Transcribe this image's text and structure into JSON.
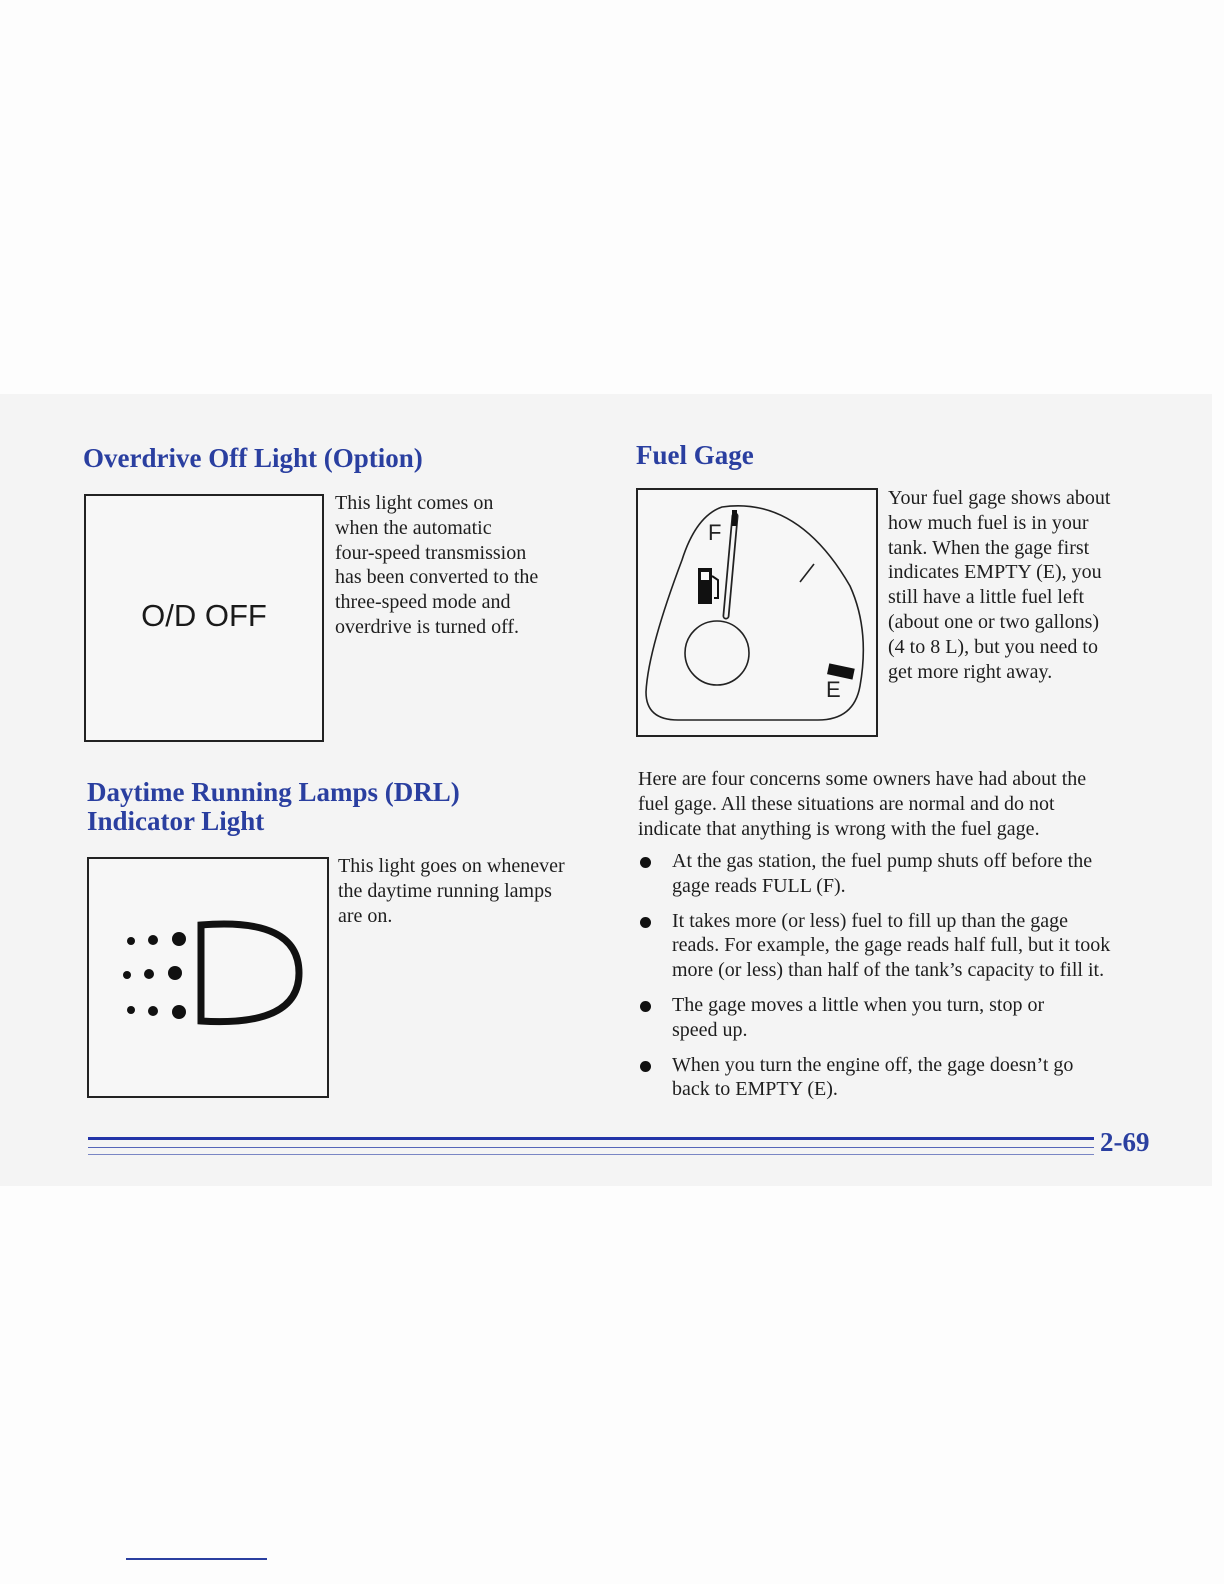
{
  "overdrive": {
    "heading": "Overdrive Off Light (Option)",
    "figure_text": "O/D OFF",
    "lines": [
      "This light comes on",
      "when the automatic",
      "four-speed transmission",
      "has been converted to the",
      "three-speed mode and",
      "overdrive is turned off."
    ]
  },
  "drl": {
    "heading_line1": "Daytime Running Lamps (DRL)",
    "heading_line2": "Indicator Light",
    "lines": [
      "This light goes on whenever",
      "the daytime running lamps",
      "are on."
    ]
  },
  "fuel": {
    "heading": "Fuel Gage",
    "gauge_full": "F",
    "gauge_empty": "E",
    "lines": [
      "Your fuel gage shows about",
      "how much fuel is in your",
      "tank. When the gage first",
      "indicates EMPTY (E), you",
      "still have a little fuel left",
      "(about one or two gallons)",
      "(4 to 8 L), but you need to",
      "get more right away."
    ],
    "intro_lines": [
      "Here are four concerns some owners have had about the",
      "fuel gage. All these situations are normal and do not",
      "indicate that anything is wrong with the fuel gage."
    ],
    "bullets": [
      [
        "At the gas station, the fuel pump shuts off before the",
        "gage reads FULL (F)."
      ],
      [
        "It takes more (or less) fuel to fill up than the gage",
        "reads. For example, the gage reads half full, but it took",
        "more (or less) than half of the tank’s capacity to fill it."
      ],
      [
        "The gage moves a little when you turn, stop or",
        "speed up."
      ],
      [
        "When you turn the engine off, the gage doesn’t go",
        "back to EMPTY (E)."
      ]
    ]
  },
  "footer": {
    "page_number": "2-69"
  }
}
